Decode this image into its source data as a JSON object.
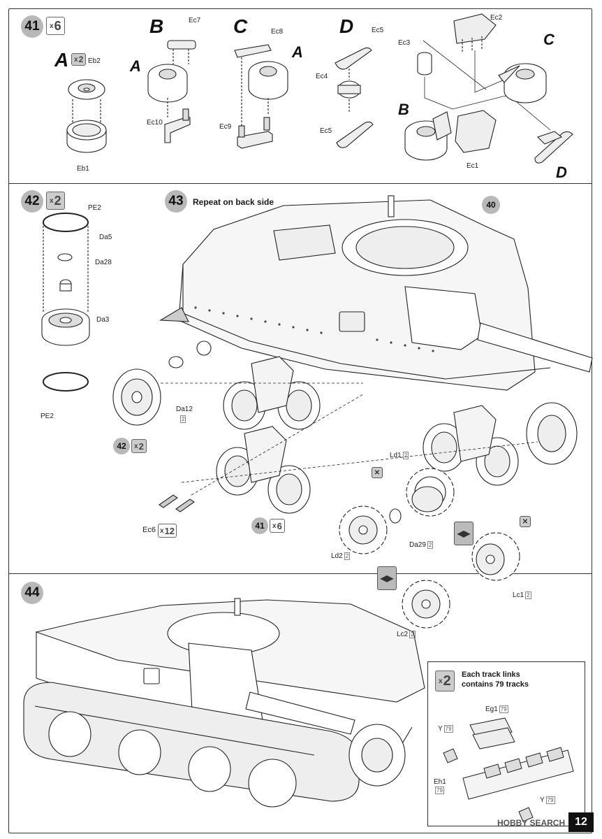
{
  "steps": [
    {
      "num": "41",
      "qty": "6"
    },
    {
      "num": "42",
      "qty": "2"
    },
    {
      "num": "43",
      "instruction": "Repeat on back side"
    },
    {
      "num": "44"
    }
  ],
  "step41": {
    "subA": {
      "letter": "A",
      "qty": "2",
      "parts": [
        "Eb2",
        "Eb1"
      ]
    },
    "subB": {
      "letter": "B",
      "wheel": "A",
      "parts": [
        "Ec7",
        "Ec10"
      ]
    },
    "subC": {
      "letter": "C",
      "wheel": "A",
      "parts": [
        "Ec8",
        "Ec9"
      ]
    },
    "subD": {
      "letter": "D",
      "parts": [
        "Ec5",
        "Ec4",
        "Ec5"
      ]
    },
    "assembly": {
      "parts": [
        "Ec2",
        "Ec3",
        "Ec1"
      ],
      "letters": [
        "C",
        "B",
        "D"
      ]
    }
  },
  "step42": {
    "parts": [
      "PE2",
      "Da5",
      "Da28",
      "Da3",
      "PE2"
    ]
  },
  "step43": {
    "callouts": {
      "hull_ref": "40",
      "wheel_ref": "42",
      "wheel_qty": "2",
      "bogie_ref": "41",
      "bogie_qty": "6"
    },
    "parts": [
      {
        "name": "Da12",
        "qty": "2"
      },
      {
        "name": "Ec6",
        "qty": "12"
      },
      {
        "name": "Ld1",
        "qty": "2"
      },
      {
        "name": "Ld2",
        "qty": "2"
      },
      {
        "name": "Da29",
        "qty": "2"
      },
      {
        "name": "Lc1",
        "qty": "2"
      },
      {
        "name": "Lc2",
        "qty": "2"
      }
    ]
  },
  "step44": {
    "inset": {
      "qty": "2",
      "note_line1": "Each track links",
      "note_line2": "contains 79 tracks",
      "parts": [
        {
          "name": "Eg1",
          "qty": "79"
        },
        {
          "name": "Y",
          "qty": "79"
        },
        {
          "name": "Eh1",
          "qty": "79"
        },
        {
          "name": "Y",
          "qty": "79"
        }
      ]
    }
  },
  "page_number": "12",
  "watermark": "HOBBY SEARCH"
}
